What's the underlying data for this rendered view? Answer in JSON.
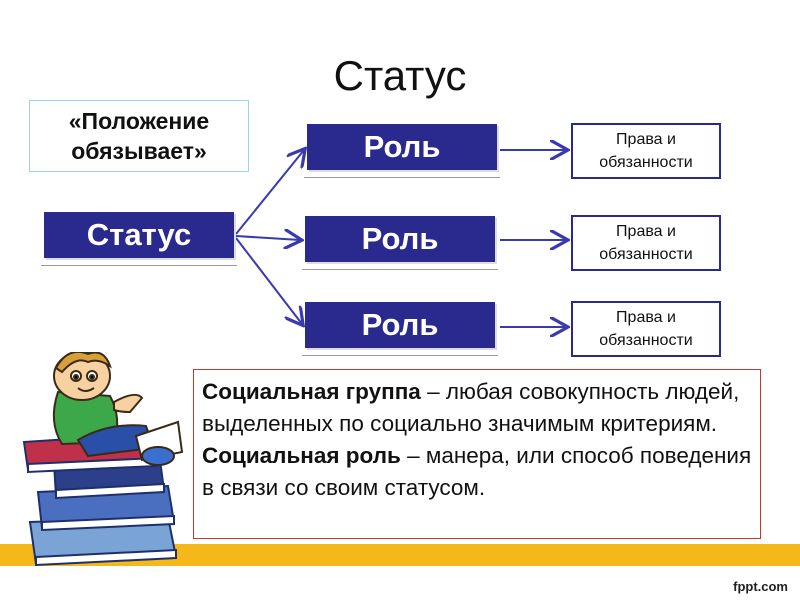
{
  "title": "Статус",
  "motto": [
    "«Положение",
    "обязывает»"
  ],
  "status_label": "Статус",
  "role_label": "Роль",
  "rights": [
    "Права и",
    "обязанности"
  ],
  "definitions": [
    {
      "term": "Социальная группа",
      "text": " – любая совокупность людей, выделенных по социально значимым критериям."
    },
    {
      "term": "Социальная роль",
      "text": " – манера, или способ поведения в связи со своим статусом."
    }
  ],
  "footer": "fppt.com",
  "colors": {
    "navy": "#2a2a8e",
    "band": "#f5b81a",
    "info_border": "#c0392b"
  },
  "icons": {
    "illustration": "boy-sitting-on-books"
  }
}
